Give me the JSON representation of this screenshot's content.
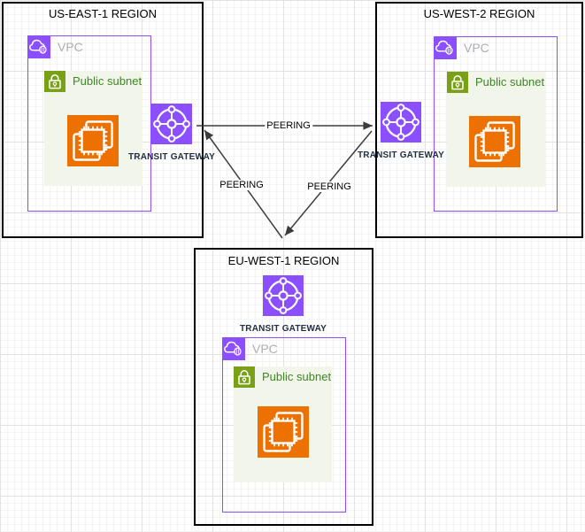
{
  "diagram": {
    "regions": [
      {
        "id": "us-east-1",
        "title": "US-EAST-1 REGION",
        "vpc": {
          "label": "VPC"
        },
        "subnet": {
          "label": "Public subnet"
        },
        "transit_gateway": {
          "label": "TRANSIT GATEWAY"
        }
      },
      {
        "id": "us-west-2",
        "title": "US-WEST-2 REGION",
        "vpc": {
          "label": "VPC"
        },
        "subnet": {
          "label": "Public subnet"
        },
        "transit_gateway": {
          "label": "TRANSIT GATEWAY"
        }
      },
      {
        "id": "eu-west-1",
        "title": "EU-WEST-1 REGION",
        "vpc": {
          "label": "VPC"
        },
        "subnet": {
          "label": "Public subnet"
        },
        "transit_gateway": {
          "label": "TRANSIT GATEWAY"
        }
      }
    ],
    "connections": [
      {
        "from": "us-east-1",
        "to": "us-west-2",
        "label": "PEERING"
      },
      {
        "from": "us-west-2",
        "to": "eu-west-1",
        "label": "PEERING"
      },
      {
        "from": "eu-west-1",
        "to": "us-east-1",
        "label": "PEERING"
      }
    ],
    "icons": {
      "vpc": "cloud-icon",
      "subnet": "lock-icon",
      "compute": "ec2-instance-icon",
      "transit_gateway": "transit-gateway-hub-icon"
    },
    "colors": {
      "purple": "#8C4FFF",
      "orange": "#ED7100",
      "green": "#7AA116",
      "green_text": "#3F8624",
      "subnet_fill": "#F1F5EA",
      "vpc_label": "#B0ACB5",
      "tgw_label": "#232F3E",
      "region_border": "#000000",
      "arrow": "#3B3B3B",
      "grid_minor": "#F4F4F4",
      "grid_major": "#E2E2E2"
    }
  }
}
